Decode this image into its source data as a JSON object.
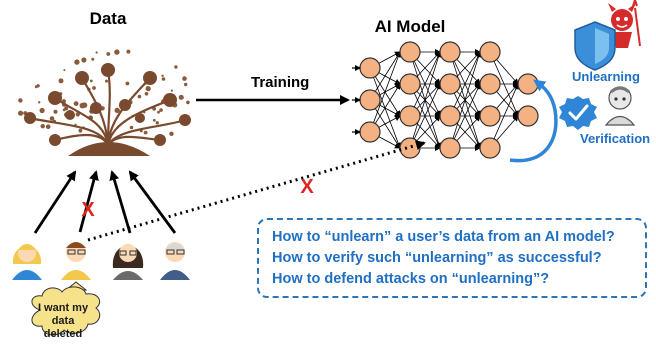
{
  "labels": {
    "data": "Data",
    "ai_model": "AI Model",
    "training": "Training",
    "unlearning": "Unlearning",
    "verification": "Verification",
    "x_mark": "X"
  },
  "speech_bubble": {
    "line1": "I want my",
    "line2": "data deleted"
  },
  "questions": [
    "How to “unlearn” a user’s data from an AI model?",
    "How to verify such “unlearning” as successful?",
    "How to defend attacks on “unlearning”?"
  ],
  "colors": {
    "data_brown": "#7a4a2e",
    "neuron_fill": "#f4b183",
    "blue_text": "#1f6fc5",
    "x_red": "#e0231c",
    "badge_blue": "#2f86d6"
  },
  "icons": [
    "data-cloud-icon",
    "neural-network-icon",
    "devil-icon",
    "shield-icon",
    "check-badge-icon",
    "user-avatar-icon"
  ]
}
